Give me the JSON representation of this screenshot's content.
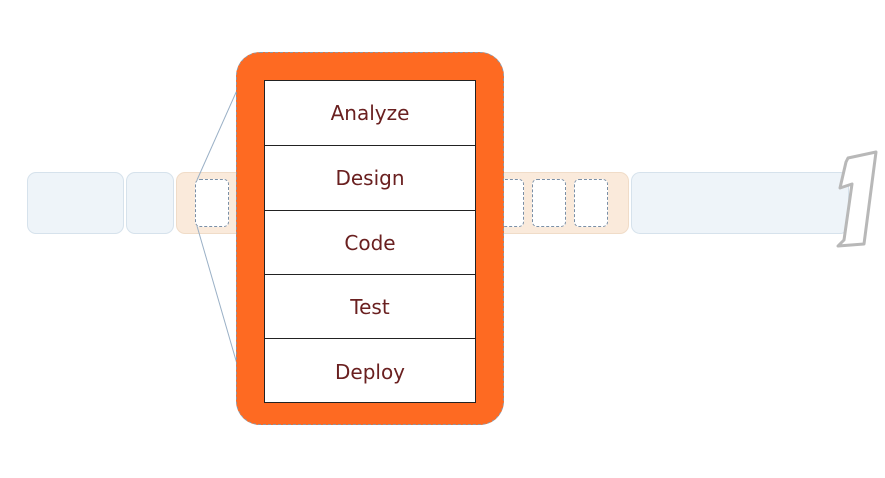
{
  "diagram": {
    "phases": [
      {
        "label": "Analyze"
      },
      {
        "label": "Design"
      },
      {
        "label": "Code"
      },
      {
        "label": "Test"
      },
      {
        "label": "Deploy"
      }
    ],
    "colors": {
      "sprint_frame": "#fe6a22",
      "phase_text": "#6a2020",
      "timeline_block": "#eef4f9",
      "sprint_band": "#faeadb",
      "slot_border": "#7a8fa6"
    },
    "icons": {
      "end_marker": "number-one-outline-icon"
    }
  }
}
